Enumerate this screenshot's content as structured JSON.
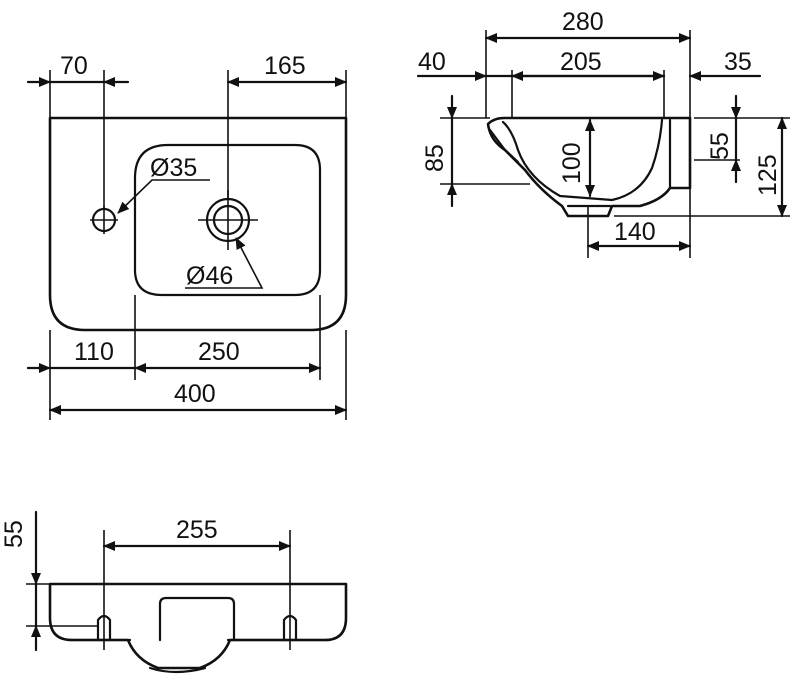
{
  "top_view": {
    "dim_tap_offset": "70",
    "dim_tap_to_right": "165",
    "dim_left_margin": "110",
    "dim_bowl_width": "250",
    "dim_total_width": "400",
    "tap_hole_label": "Ø35",
    "waste_hole_label": "Ø46"
  },
  "side_view": {
    "dim_depth": "280",
    "dim_front_gap": "40",
    "dim_bowl_depth": "205",
    "dim_back_gap": "35",
    "dim_front_height": "85",
    "dim_bowl_height": "100",
    "dim_back_height": "55",
    "dim_total_height": "125",
    "dim_waste_offset": "140"
  },
  "front_view": {
    "dim_fixing_spacing": "255",
    "dim_fixing_height": "55"
  }
}
